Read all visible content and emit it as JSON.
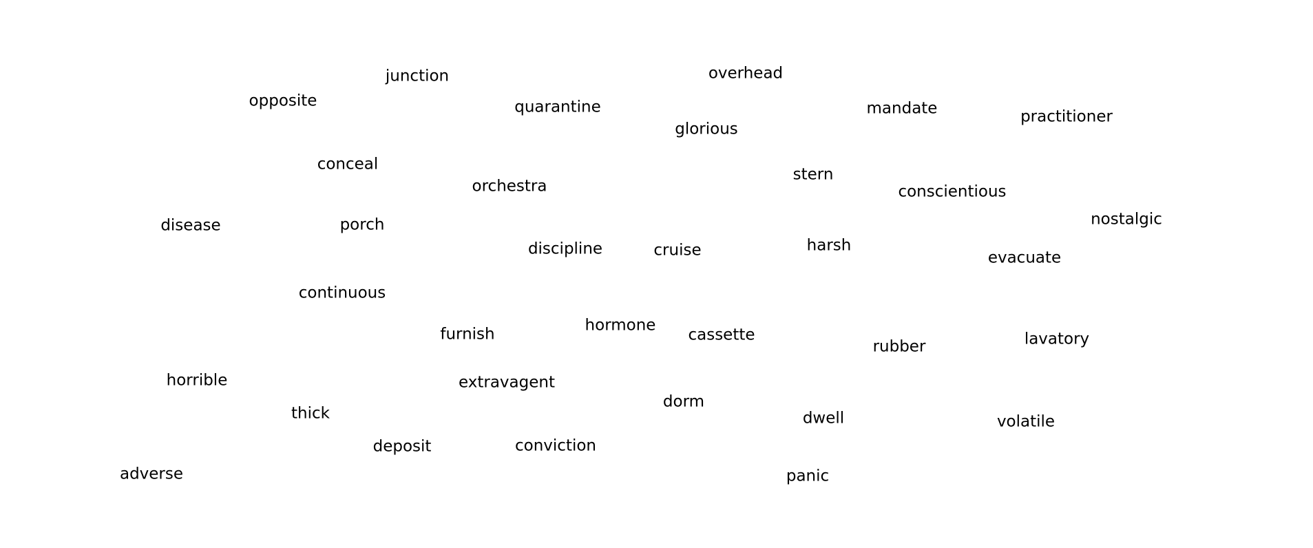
{
  "words": [
    "junction",
    "overhead",
    "opposite",
    "quarantine",
    "mandate",
    "practitioner",
    "glorious",
    "conceal",
    "orchestra",
    "stern",
    "conscientious",
    "nostalgic",
    "disease",
    "porch",
    "discipline",
    "cruise",
    "harsh",
    "evacuate",
    "continuous",
    "hormone",
    "furnish",
    "cassette",
    "rubber",
    "lavatory",
    "horrible",
    "extravagent",
    "dorm",
    "thick",
    "dwell",
    "volatile",
    "deposit",
    "conviction",
    "adverse",
    "panic"
  ]
}
